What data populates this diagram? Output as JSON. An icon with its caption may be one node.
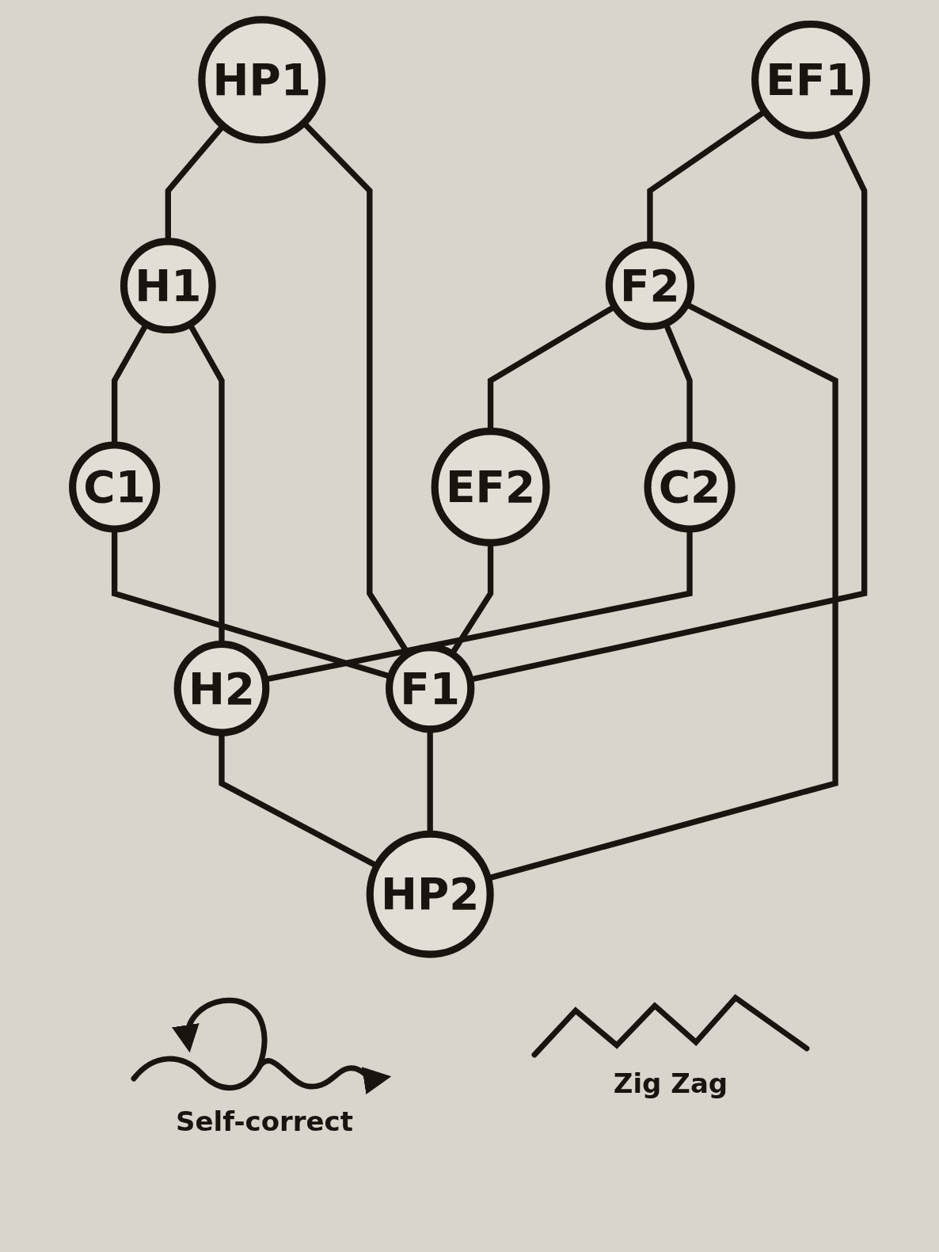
{
  "diagram": {
    "nodes": [
      {
        "text": [
          "HP1"
        ]
      },
      {
        "text": [
          "EF1"
        ]
      },
      {
        "text": [
          "F2"
        ]
      },
      {
        "text": [
          "H1"
        ]
      },
      {
        "text": [
          "C1"
        ]
      },
      {
        "text": [
          "C2"
        ]
      },
      {
        "text": [
          "H2"
        ]
      },
      {
        "text": [
          "EF2"
        ]
      },
      {
        "text": [
          "F1"
        ]
      },
      {
        "text": [
          "HP2"
        ]
      }
    ],
    "edges": [
      {
        "from": 0,
        "to": 3,
        "arrow": "none"
      },
      {
        "from": 0,
        "to": 8,
        "arrow": "none"
      },
      {
        "from": 1,
        "to": 2,
        "arrow": "none"
      },
      {
        "from": 1,
        "to": 8,
        "arrow": "none"
      },
      {
        "from": 2,
        "to": 7,
        "arrow": "none"
      },
      {
        "from": 2,
        "to": 5,
        "arrow": "none"
      },
      {
        "from": 2,
        "to": 9,
        "arrow": "none"
      },
      {
        "from": 3,
        "to": 4,
        "arrow": "none"
      },
      {
        "from": 3,
        "to": 6,
        "arrow": "none"
      },
      {
        "from": 4,
        "to": 8,
        "arrow": "none"
      },
      {
        "from": 5,
        "to": 6,
        "arrow": "none"
      },
      {
        "from": 6,
        "to": 9,
        "arrow": "none"
      },
      {
        "from": 7,
        "to": 8,
        "arrow": "none"
      },
      {
        "from": 8,
        "to": 9,
        "arrow": "none"
      }
    ],
    "legend": [
      {
        "text": "Self-correct"
      },
      {
        "text": "Zig Zag"
      }
    ]
  }
}
